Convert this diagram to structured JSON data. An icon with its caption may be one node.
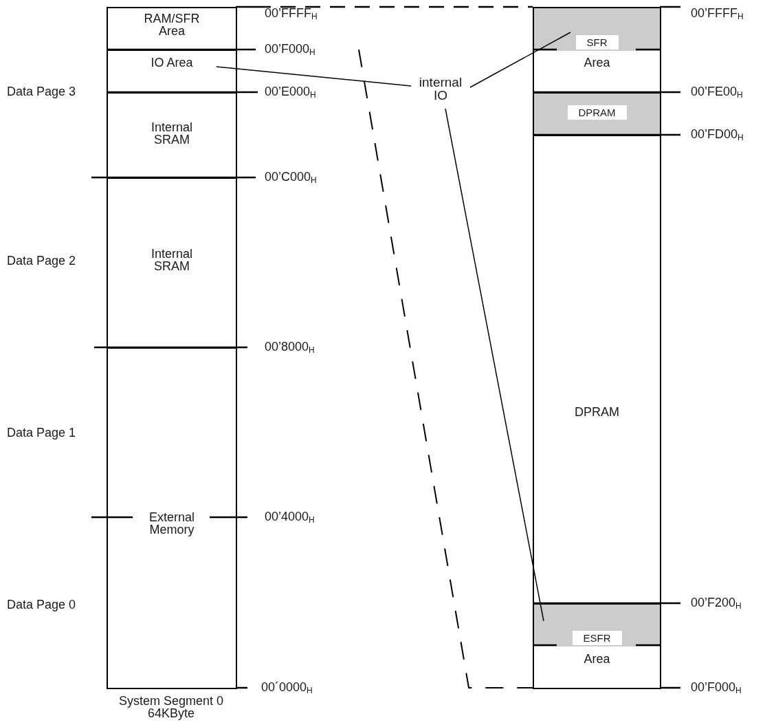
{
  "diagram": {
    "nodes": [
      {
        "text": [
          "RAM/SFR Area"
        ]
      },
      {
        "text": [
          "IO Area"
        ]
      },
      {
        "text": [
          "Internal SRAM"
        ]
      },
      {
        "text": [
          "Internal SRAM"
        ]
      },
      {
        "text": [
          "External Memory"
        ]
      },
      {
        "text": [
          "SFR",
          "Area"
        ]
      },
      {
        "text": [
          "DPRAM"
        ]
      },
      {
        "text": [
          "DPRAM"
        ]
      },
      {
        "text": [
          "ESFR",
          "Area"
        ]
      },
      {
        "text": [
          "internal IO"
        ]
      }
    ],
    "edges": [
      {
        "from": 9,
        "to": 1,
        "arrow": "none"
      },
      {
        "from": 9,
        "to": 5,
        "arrow": "none"
      },
      {
        "from": 9,
        "to": 8,
        "arrow": "none"
      }
    ],
    "labels": [
      "00’FFFF$_{H}$",
      "00’FFFF$_{H}$",
      "00’F000$_{H}$",
      "Data Page 3",
      "00’E000$_{H}$",
      "00’FE00$_{H}$",
      "00’FD00$_{H}$",
      "00’C000$_{H}$",
      "Data Page 2",
      "00’8000$_{H}$",
      "Data Page 1",
      "00’4000$_{H}$",
      "Data Page 0",
      "00’F200$_{H}$",
      "00´0000$_{H}$",
      "00’F000$_{H}$",
      "System Segment 0 64KByte"
    ]
  }
}
